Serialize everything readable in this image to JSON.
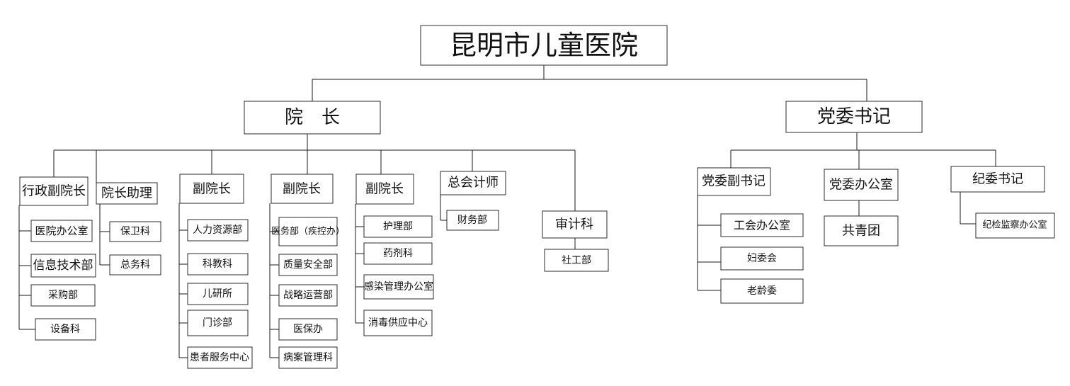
{
  "chart": {
    "root": "昆明市儿童医院",
    "president": "院　长",
    "party_secretary": "党委书记",
    "vp_admin": "行政副院长",
    "assistant": "院长助理",
    "vp1": "副院长",
    "vp2": "副院长",
    "vp3": "副院长",
    "chief_accountant": "总会计师",
    "audit": "审计科",
    "party_deputy": "党委副书记",
    "party_office": "党委办公室",
    "discipline_secretary": "纪委书记",
    "vp_admin_depts": [
      "医院办公室",
      "信息技术部",
      "采购部",
      "设备科"
    ],
    "assistant_depts": [
      "保卫科",
      "总务科"
    ],
    "vp1_depts": [
      "人力资源部",
      "科教科",
      "儿研所",
      "门诊部",
      "患者服务中心"
    ],
    "vp2_depts": [
      "医务部（疾控办）",
      "质量安全部",
      "战略运营部",
      "医保办",
      "病案管理科"
    ],
    "vp3_depts": [
      "护理部",
      "药剂科",
      "感染管理办公室",
      "消毒供应中心"
    ],
    "chief_accountant_depts": [
      "财务部"
    ],
    "audit_depts": [
      "社工部"
    ],
    "party_deputy_depts": [
      "工会办公室",
      "妇委会",
      "老龄委"
    ],
    "party_office_depts": [
      "共青团"
    ],
    "discipline_depts": [
      "纪检监察办公室"
    ]
  }
}
